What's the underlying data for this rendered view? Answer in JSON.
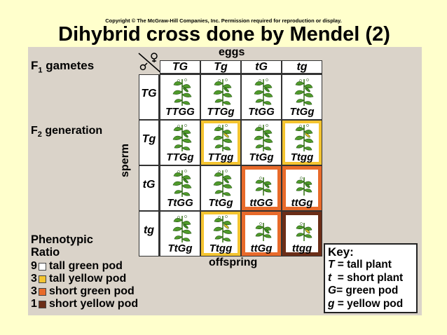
{
  "copyright": "Copyright © The McGraw-Hill Companies, Inc. Permission required for reproduction or display.",
  "title": "Dihybrid cross done by Mendel (2)",
  "labels": {
    "f1_gametes": "F1 gametes",
    "f2_generation": "F2 generation",
    "eggs": "eggs",
    "sperm": "sperm",
    "offspring": "offspring",
    "phenotypic_ratio": "Phenotypic Ratio"
  },
  "icons": {
    "sex_symbols": "male-female-icon",
    "plant": "pea-plant-icon"
  },
  "punnett": {
    "egg_gametes": [
      "TG",
      "Tg",
      "tG",
      "tg"
    ],
    "sperm_gametes": [
      "TG",
      "Tg",
      "tG",
      "tg"
    ],
    "genotypes": [
      [
        "TTGG",
        "TTGg",
        "TtGG",
        "TtGg"
      ],
      [
        "TTGg",
        "TTgg",
        "TtGg",
        "Ttgg"
      ],
      [
        "TtGG",
        "TtGg",
        "ttGG",
        "ttGg"
      ],
      [
        "TtGg",
        "Ttgg",
        "ttGg",
        "ttgg"
      ]
    ],
    "phenotypes": [
      [
        "tall-green",
        "tall-green",
        "tall-green",
        "tall-green"
      ],
      [
        "tall-green",
        "tall-yellow",
        "tall-green",
        "tall-yellow"
      ],
      [
        "tall-green",
        "tall-green",
        "short-green",
        "short-green"
      ],
      [
        "tall-green",
        "tall-yellow",
        "short-green",
        "short-yellow"
      ]
    ]
  },
  "ratios": [
    {
      "count": "9",
      "label": "tall green pod",
      "color": "#ffffff"
    },
    {
      "count": "3",
      "label": "tall yellow pod",
      "color": "#f4c430"
    },
    {
      "count": "3",
      "label": "short green pod",
      "color": "#e86a2a"
    },
    {
      "count": "1",
      "label": "short yellow pod",
      "color": "#6b2d17"
    }
  ],
  "key": {
    "title": "Key:",
    "items": [
      {
        "symbol": "T",
        "text": " = tall plant"
      },
      {
        "symbol": "t",
        "text": "  = short plant"
      },
      {
        "symbol": "G",
        "text": "= green pod"
      },
      {
        "symbol": "g",
        "text": " = yellow pod"
      }
    ]
  }
}
